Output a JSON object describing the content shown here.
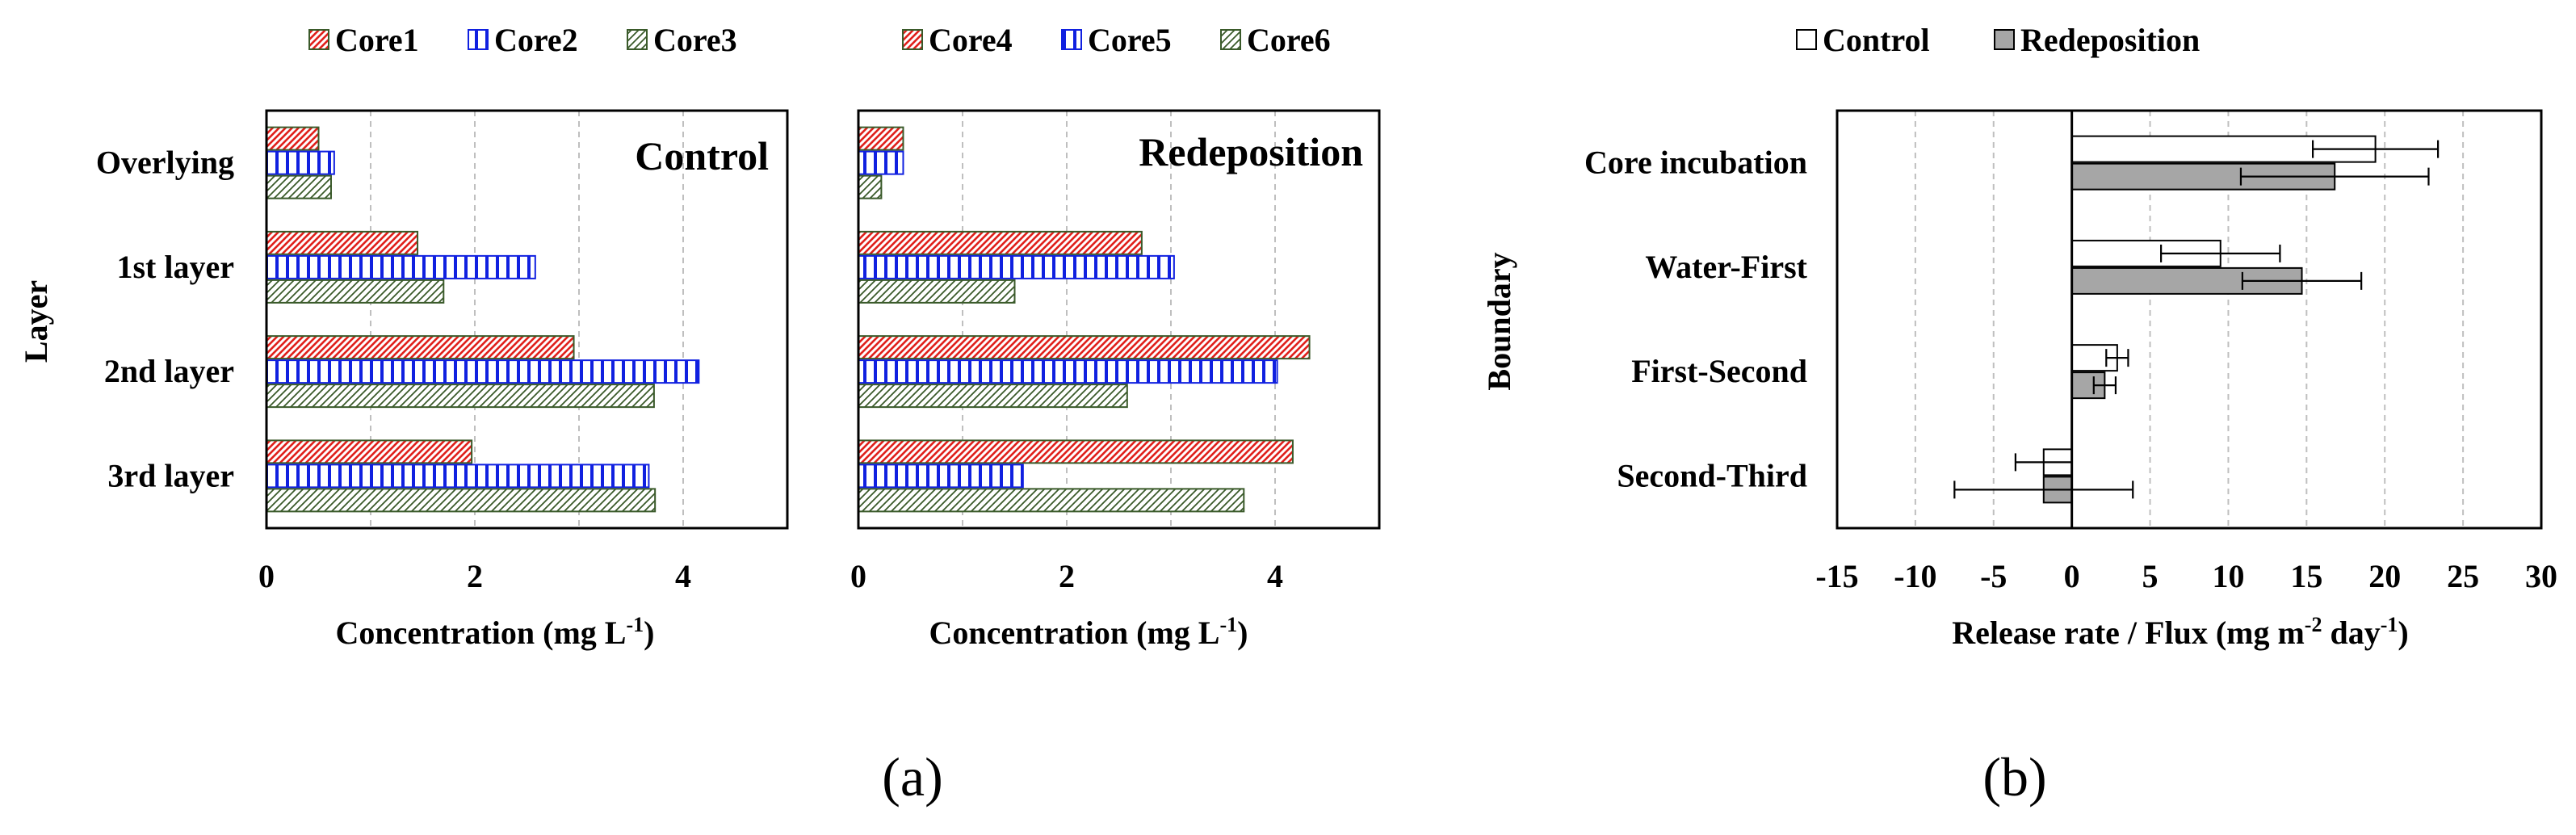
{
  "panel_a_label": "(a)",
  "panel_b_label": "(b)",
  "colors": {
    "red_hatch": "#e0201b",
    "blue_stripe": "#1020e0",
    "green_hatch": "#3a5a2a",
    "gray_fill": "#a6a6a6",
    "gridline": "#bfbfbf"
  },
  "chart_data": [
    {
      "type": "bar",
      "orientation": "horizontal",
      "annotation": "Control",
      "ylabel": "Layer",
      "xlabel": "Concentration (mg L",
      "xlabel_sup": "-1",
      "xlabel_end": ")",
      "categories": [
        "Overlying",
        "1st layer",
        "2nd layer",
        "3rd layer"
      ],
      "xlim": [
        0,
        5
      ],
      "xticks": [
        0,
        2,
        4
      ],
      "grid": "vertical dashed",
      "legend": "top",
      "series": [
        {
          "name": "Core1",
          "pattern": "red-hatch",
          "values": [
            0.5,
            1.45,
            2.95,
            1.97
          ]
        },
        {
          "name": "Core2",
          "pattern": "blue-stripe",
          "values": [
            0.65,
            2.58,
            4.15,
            3.67
          ]
        },
        {
          "name": "Core3",
          "pattern": "green-hatch",
          "values": [
            0.62,
            1.7,
            3.72,
            3.73
          ]
        }
      ]
    },
    {
      "type": "bar",
      "orientation": "horizontal",
      "annotation": "Redeposition",
      "xlabel": "Concentration (mg L",
      "xlabel_sup": "-1",
      "xlabel_end": ")",
      "categories": [
        "Overlying",
        "1st layer",
        "2nd layer",
        "3rd layer"
      ],
      "xlim": [
        0,
        5
      ],
      "xticks": [
        0,
        2,
        4
      ],
      "grid": "vertical dashed",
      "legend": "top",
      "series": [
        {
          "name": "Core4",
          "pattern": "red-hatch",
          "values": [
            0.43,
            2.72,
            4.33,
            4.17
          ]
        },
        {
          "name": "Core5",
          "pattern": "blue-stripe",
          "values": [
            0.43,
            3.03,
            4.02,
            1.58
          ]
        },
        {
          "name": "Core6",
          "pattern": "green-hatch",
          "values": [
            0.22,
            1.5,
            2.58,
            3.7
          ]
        }
      ]
    },
    {
      "type": "bar",
      "orientation": "horizontal",
      "ylabel": "Boundary",
      "xlabel": "Release rate / Flux (mg m",
      "xlabel_sup1": "-2",
      "xlabel_mid": " day",
      "xlabel_sup2": "-1",
      "xlabel_end": ")",
      "categories": [
        "Core incubation",
        "Water-First",
        "First-Second",
        "Second-Third"
      ],
      "xlim": [
        -15,
        30
      ],
      "xticks": [
        -15,
        -10,
        -5,
        0,
        5,
        10,
        15,
        20,
        25,
        30
      ],
      "grid": "vertical dashed",
      "legend": "top",
      "series": [
        {
          "name": "Control",
          "fill": "white",
          "values": [
            19.4,
            9.5,
            2.9,
            -1.8
          ],
          "errors": [
            4.0,
            3.8,
            0.7,
            1.8
          ]
        },
        {
          "name": "Redeposition",
          "fill": "gray",
          "values": [
            16.8,
            14.7,
            2.1,
            -1.8
          ],
          "errors": [
            6.0,
            3.8,
            0.7,
            5.7
          ]
        }
      ]
    }
  ]
}
